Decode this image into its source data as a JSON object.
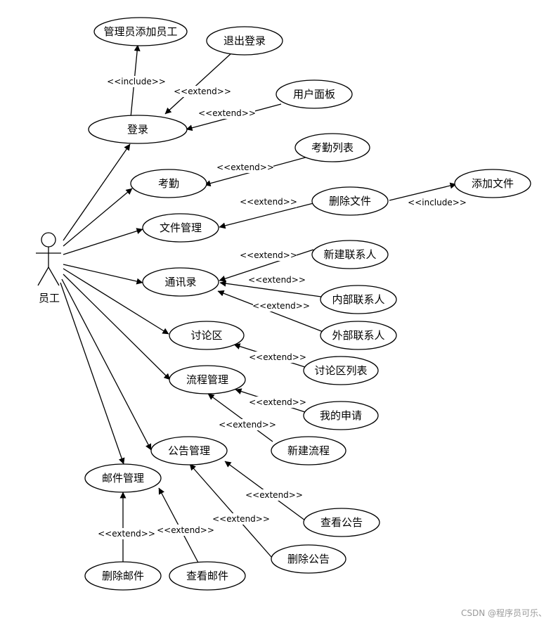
{
  "actor": {
    "name": "员工"
  },
  "use_cases": {
    "login": "登录",
    "admin_add": "管理员添加员工",
    "logout": "退出登录",
    "user_panel": "用户面板",
    "attendance": "考勤",
    "attendance_list": "考勤列表",
    "file_mgmt": "文件管理",
    "delete_file": "删除文件",
    "add_file": "添加文件",
    "contacts": "通讯录",
    "new_contact": "新建联系人",
    "internal_contact": "内部联系人",
    "external_contact": "外部联系人",
    "forum": "讨论区",
    "forum_list": "讨论区列表",
    "workflow": "流程管理",
    "my_apply": "我的申请",
    "new_workflow": "新建流程",
    "notice": "公告管理",
    "view_notice": "查看公告",
    "delete_notice": "删除公告",
    "mail": "邮件管理",
    "delete_mail": "删除邮件",
    "view_mail": "查看邮件"
  },
  "relations": {
    "include": "<<include>>",
    "extend": "<<extend>>"
  },
  "watermark": "CSDN @程序员可乐、"
}
